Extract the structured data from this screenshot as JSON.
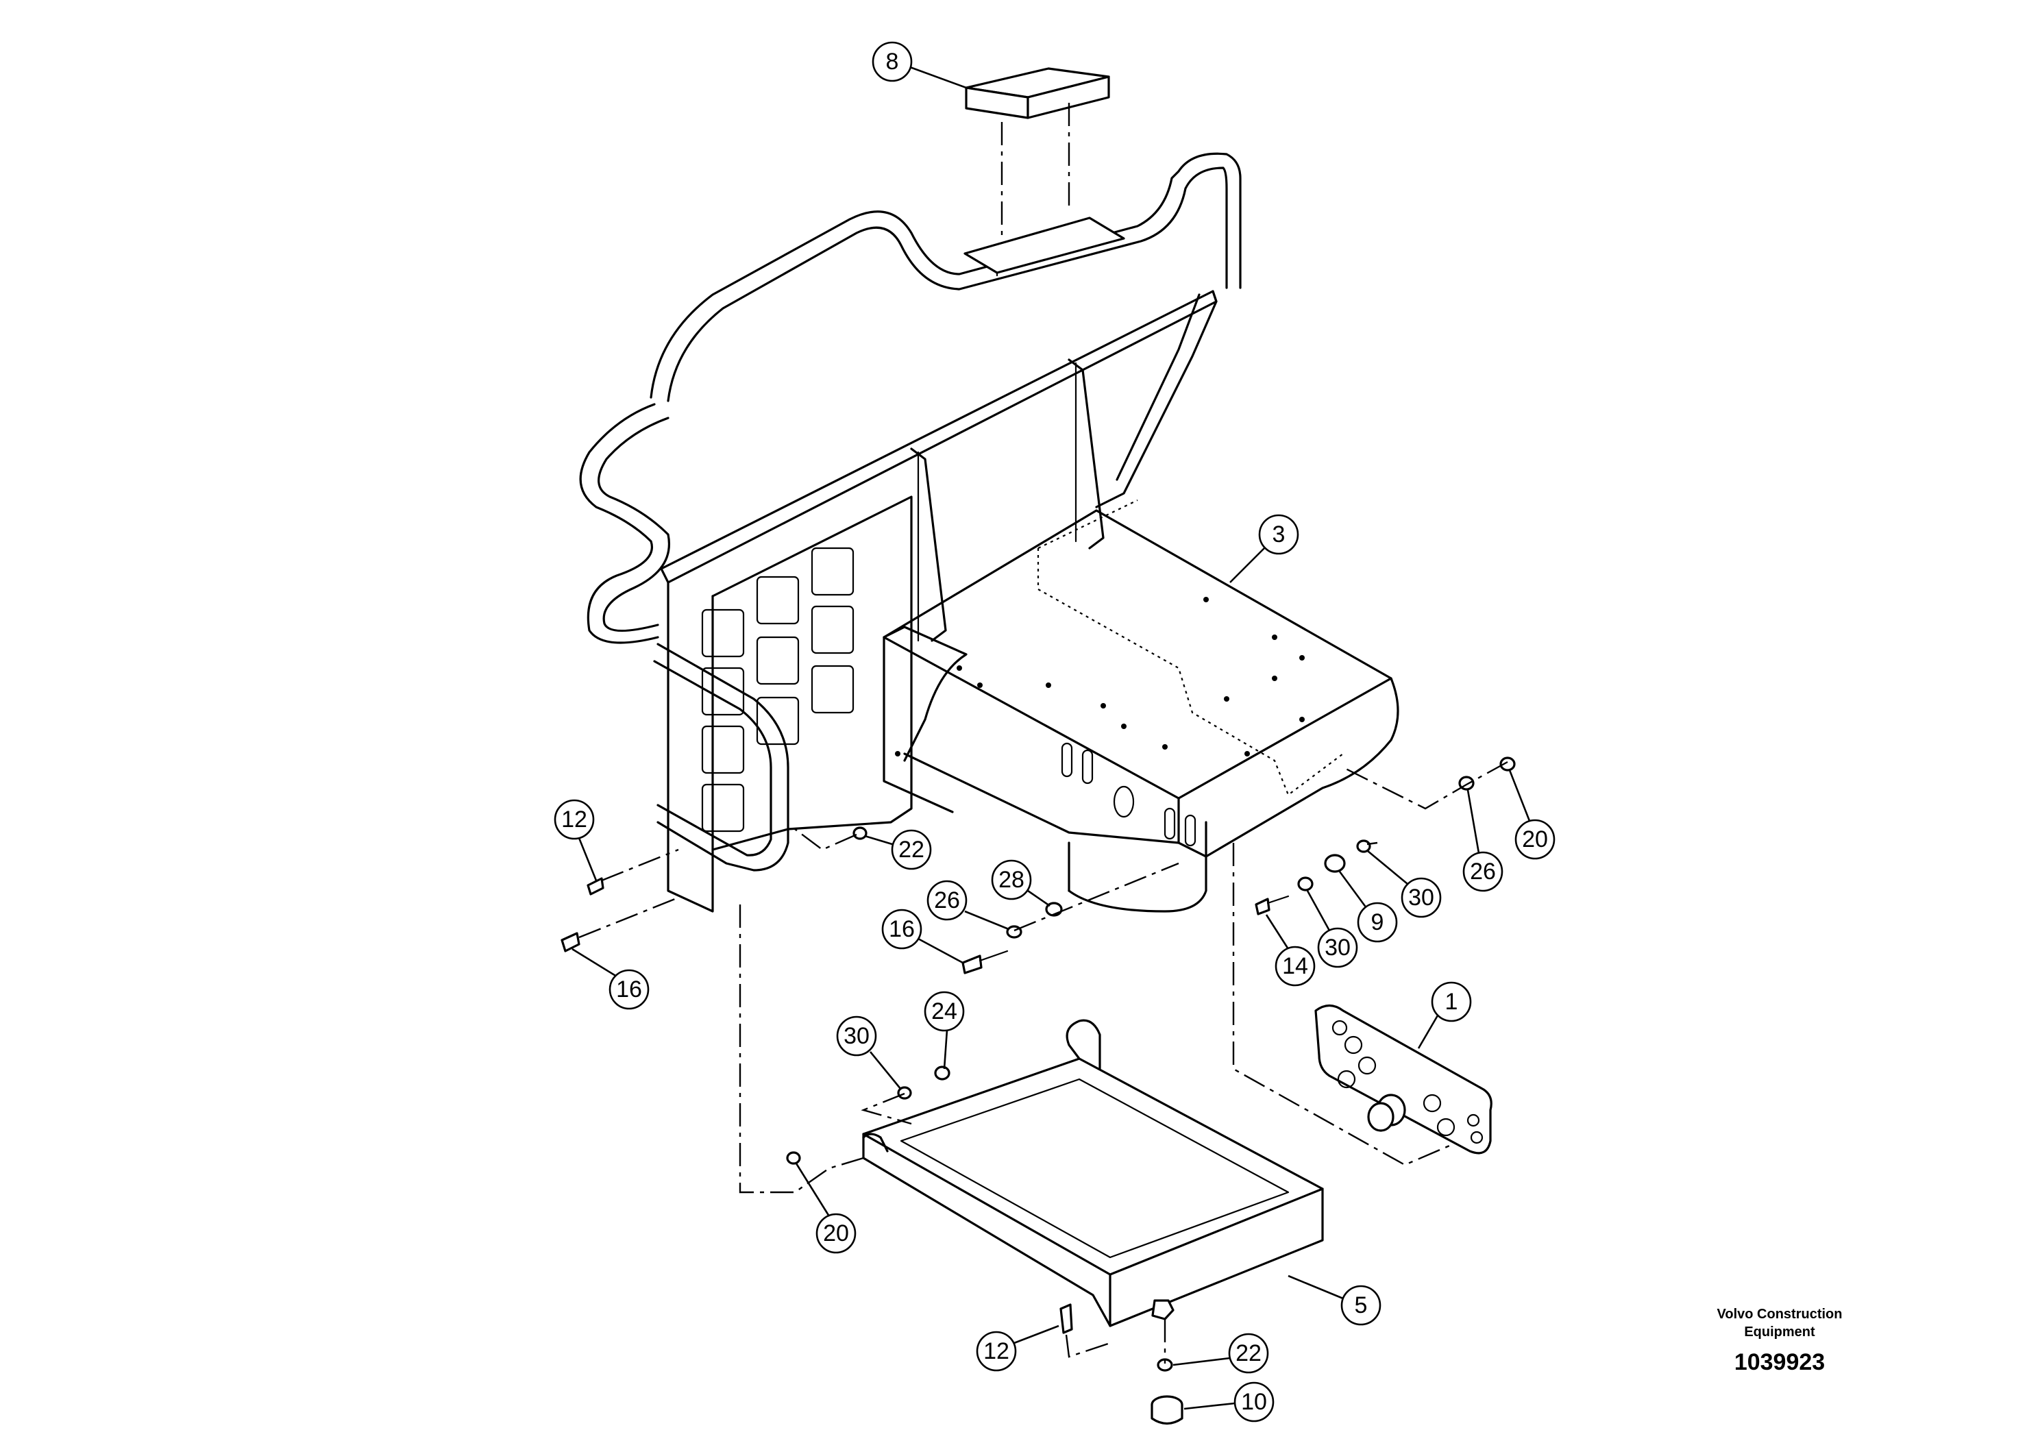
{
  "drawing": {
    "maker_line1": "Volvo Construction",
    "maker_line2": "Equipment",
    "drawing_number": "1039923"
  },
  "callouts": [
    {
      "id": "c8",
      "label": "8"
    },
    {
      "id": "c3",
      "label": "3"
    },
    {
      "id": "c12a",
      "label": "12"
    },
    {
      "id": "c22a",
      "label": "22"
    },
    {
      "id": "c16a",
      "label": "16"
    },
    {
      "id": "c28",
      "label": "28"
    },
    {
      "id": "c26a",
      "label": "26"
    },
    {
      "id": "c16b",
      "label": "16"
    },
    {
      "id": "c26b",
      "label": "26"
    },
    {
      "id": "c20a",
      "label": "20"
    },
    {
      "id": "c30a",
      "label": "30"
    },
    {
      "id": "c9",
      "label": "9"
    },
    {
      "id": "c30b",
      "label": "30"
    },
    {
      "id": "c14",
      "label": "14"
    },
    {
      "id": "c1",
      "label": "1"
    },
    {
      "id": "c24",
      "label": "24"
    },
    {
      "id": "c30c",
      "label": "30"
    },
    {
      "id": "c20b",
      "label": "20"
    },
    {
      "id": "c5",
      "label": "5"
    },
    {
      "id": "c12b",
      "label": "12"
    },
    {
      "id": "c22b",
      "label": "22"
    },
    {
      "id": "c10",
      "label": "10"
    }
  ]
}
